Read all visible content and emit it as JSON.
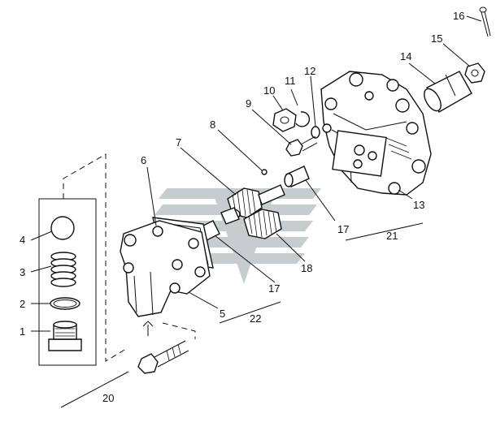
{
  "labels": {
    "l1": "1",
    "l2": "2",
    "l3": "3",
    "l4": "4",
    "l5": "5",
    "l6": "6",
    "l7": "7",
    "l8": "8",
    "l9": "9",
    "l10": "10",
    "l11": "11",
    "l12": "12",
    "l13": "13",
    "l14": "14",
    "l15": "15",
    "l16": "16",
    "l17a": "17",
    "l17b": "17",
    "l18": "18",
    "l20": "20",
    "l21": "21",
    "l22": "22"
  },
  "watermark": {
    "color": "#9aa3a8",
    "icon": "logo-watermark"
  }
}
